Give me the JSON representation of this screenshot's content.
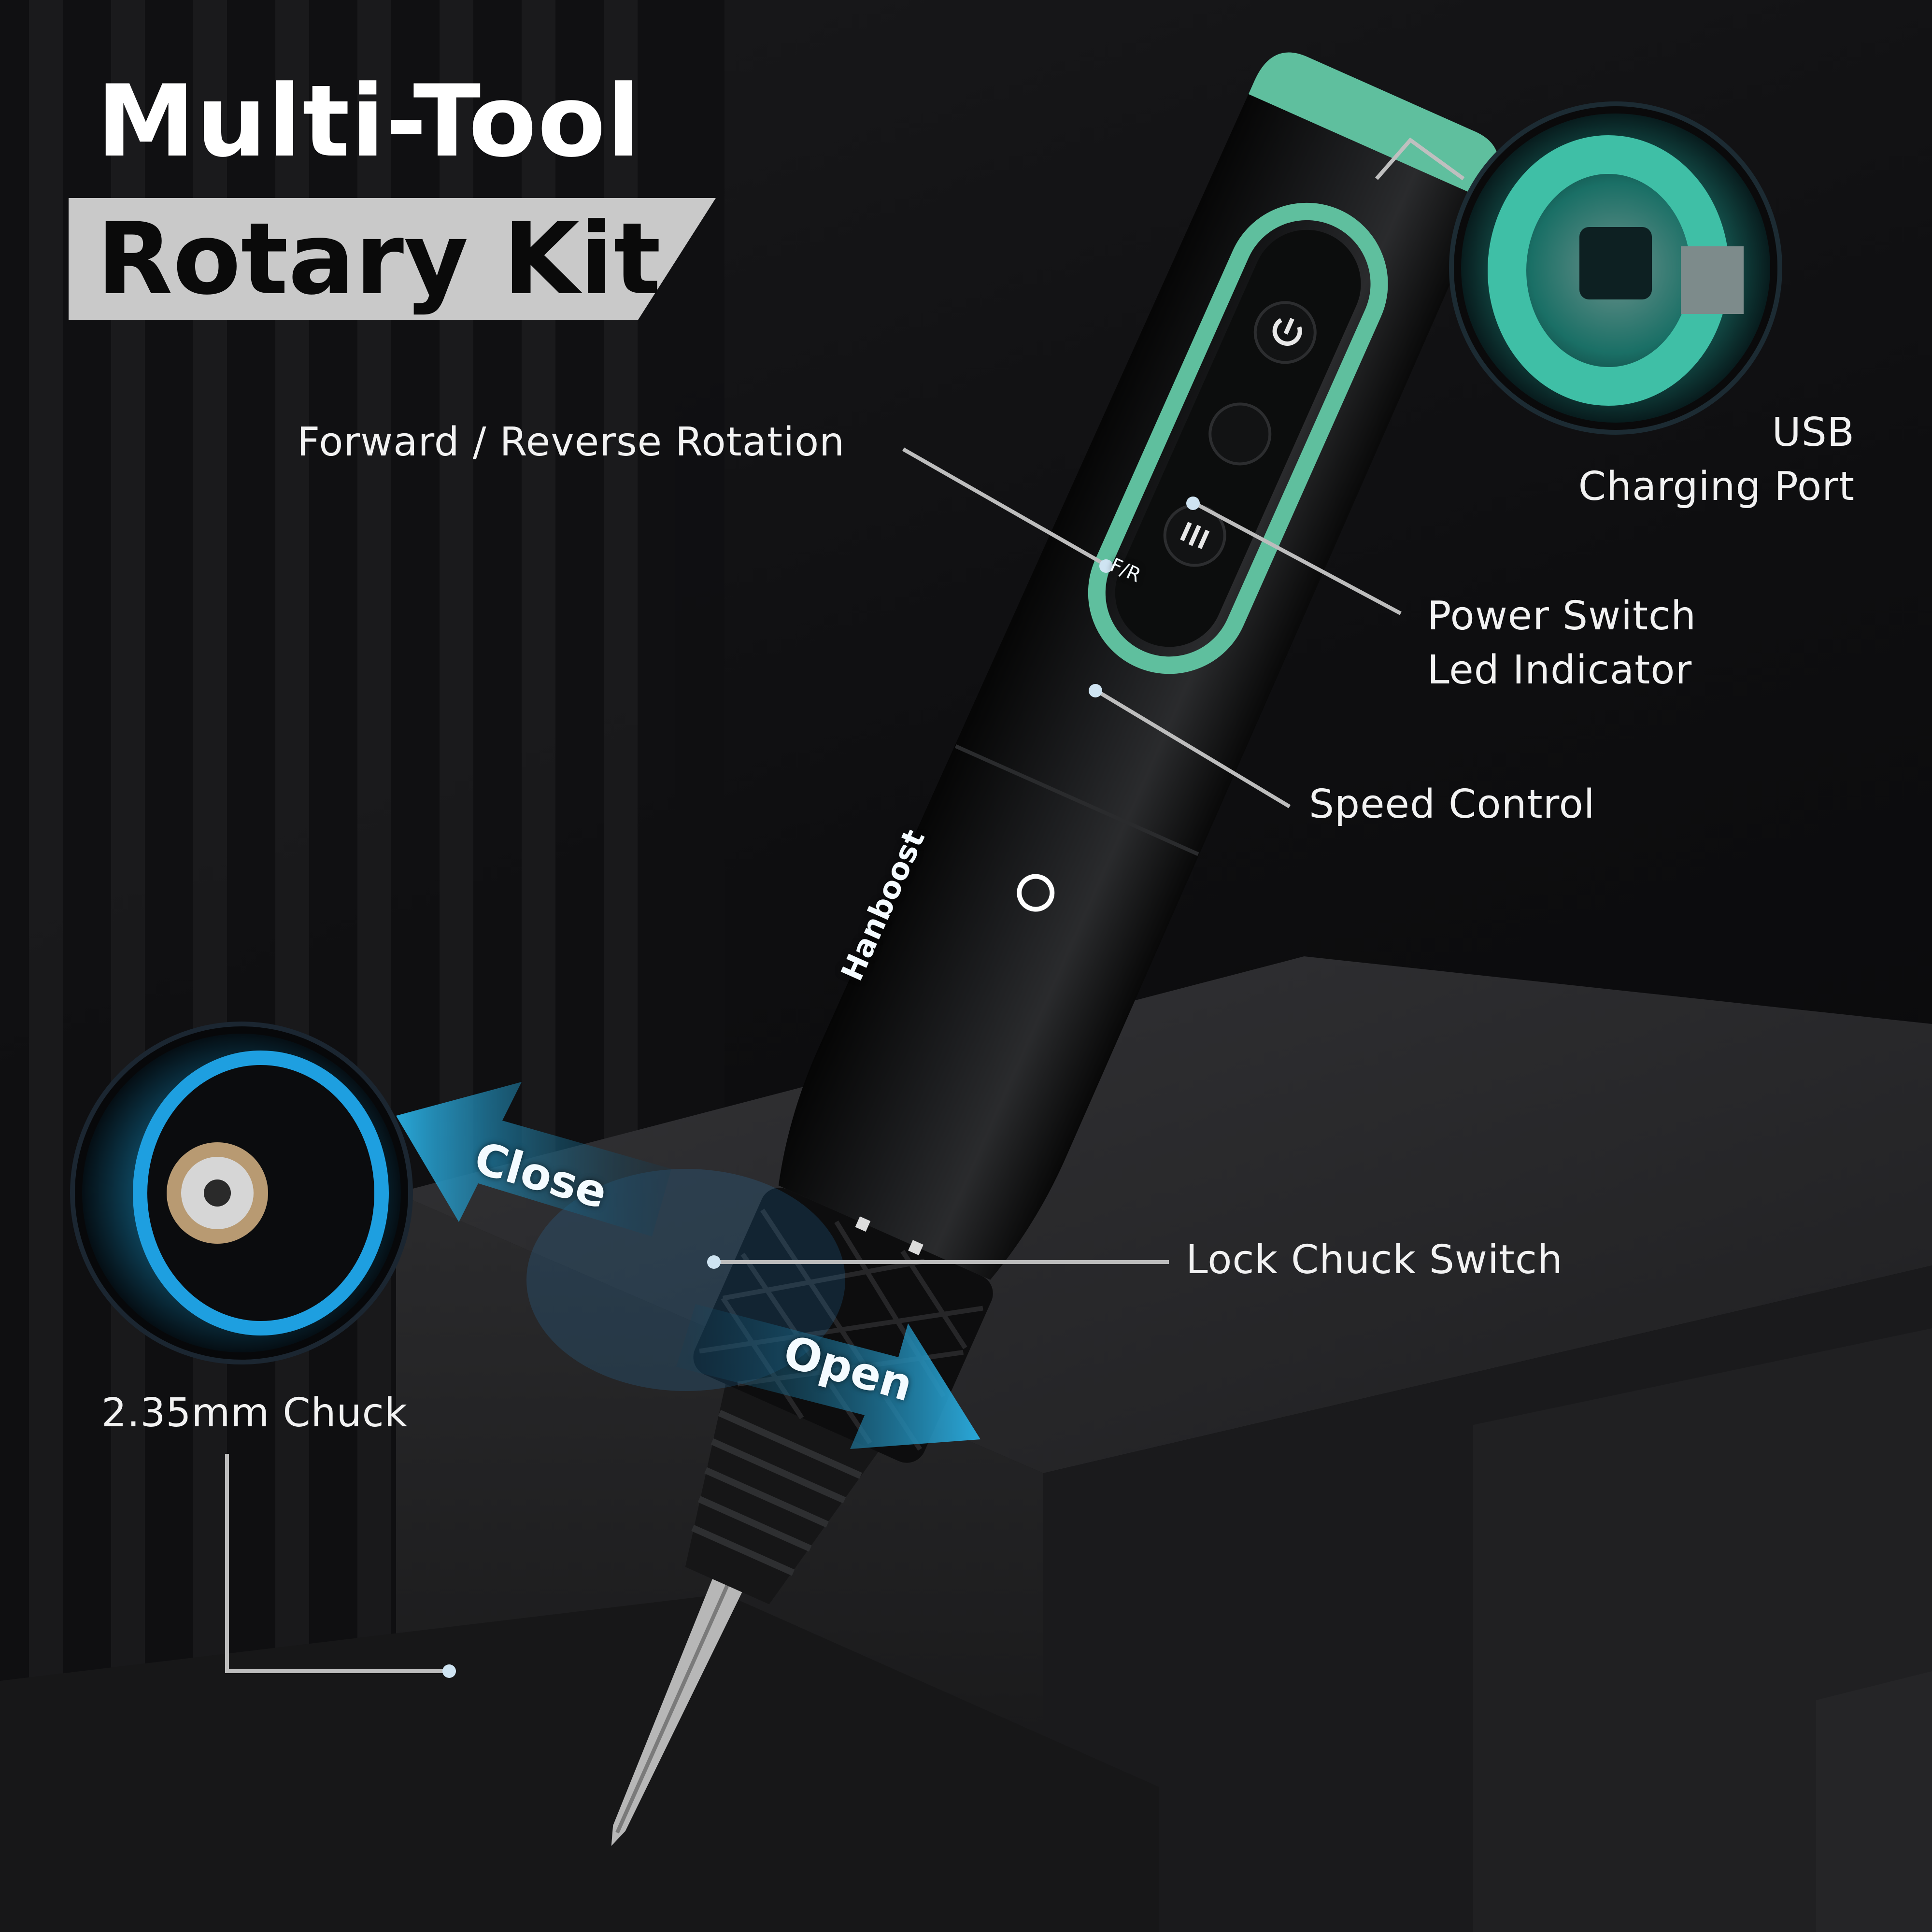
{
  "title": {
    "line1": "Multi-Tool",
    "line2": "Rotary Kit"
  },
  "brand": "Hanboost",
  "buttons": {
    "direction": "F/R"
  },
  "callouts": {
    "forward_reverse": "Forward / Reverse Rotation",
    "usb_line1": "USB",
    "usb_line2": "Charging Port",
    "power_line1": "Power Switch",
    "power_line2": "Led Indicator",
    "speed": "Speed Control",
    "lock_chuck": "Lock Chuck Switch",
    "chuck_size": "2.35mm Chuck"
  },
  "arrows": {
    "close": "Close",
    "open": "Open"
  },
  "colors": {
    "accent_green": "#5fbf9e",
    "accent_blue": "#2fb6e6",
    "body": "#141516",
    "label": "#f2f2f2",
    "title_band": "#c9c9c9"
  }
}
